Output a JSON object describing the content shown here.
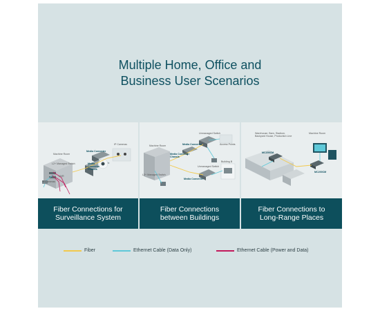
{
  "headline": {
    "line1": "Multiple Home, Office and",
    "line2": "Business User Scenarios"
  },
  "scenarios": [
    {
      "title_line1": "Fiber Connections for",
      "title_line2": "Surveillance System",
      "labels": [
        "IP Cameras",
        "Machine Room",
        "Media Converter",
        "Media Converter Chassis",
        "L2+ Managed Switch",
        "NVR",
        "IP Cameras"
      ]
    },
    {
      "title_line1": "Fiber Connections",
      "title_line2": "between Buildings",
      "labels": [
        "Unmanaged Switch",
        "Access Points",
        "Machine Room",
        "Media Converter",
        "Media Converter Chassis",
        "Unmanaged Switch",
        "Building B",
        "L2+ Managed Switch",
        "Media Converter"
      ]
    },
    {
      "title_line1": "Fiber Connections to",
      "title_line2": "Long-Range Places",
      "labels": [
        "Warehouse, Barn, Stadium, Backyard House, Production Line",
        "Machine Room",
        "MC200CM",
        "MC200CM"
      ]
    }
  ],
  "legend": [
    {
      "label": "Fiber",
      "color": "#f2c94c"
    },
    {
      "label": "Ethernet Cable (Data Only)",
      "color": "#5ec8d8"
    },
    {
      "label": "Ethernet Cable (Power and Data)",
      "color": "#c2185b"
    }
  ],
  "colors": {
    "band": "#0d4f5c",
    "panel": "#d6e2e4",
    "headline": "#0e5060"
  }
}
